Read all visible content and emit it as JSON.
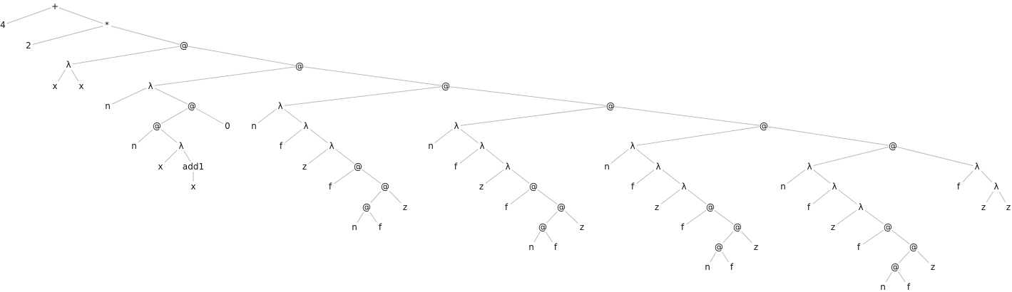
{
  "tree": {
    "label": "+",
    "children": [
      {
        "label": "4"
      },
      {
        "label": "*",
        "children": [
          {
            "label": "2"
          },
          {
            "label": "@",
            "children": [
              {
                "label": "λ",
                "children": [
                  {
                    "label": "x"
                  },
                  {
                    "label": "x"
                  }
                ]
              },
              {
                "label": "@",
                "children": [
                  {
                    "label": "λ",
                    "children": [
                      {
                        "label": "n"
                      },
                      {
                        "label": "@",
                        "children": [
                          {
                            "label": "@",
                            "children": [
                              {
                                "label": "n"
                              },
                              {
                                "label": "λ",
                                "children": [
                                  {
                                    "label": "x"
                                  },
                                  {
                                    "label": "add1",
                                    "children": [
                                      {
                                        "label": "x"
                                      }
                                    ]
                                  }
                                ]
                              }
                            ]
                          },
                          {
                            "label": "0"
                          }
                        ]
                      }
                    ]
                  },
                  {
                    "label": "@",
                    "children": [
                      {
                        "label": "λ",
                        "children": [
                          {
                            "label": "n"
                          },
                          {
                            "label": "λ",
                            "children": [
                              {
                                "label": "f"
                              },
                              {
                                "label": "λ",
                                "children": [
                                  {
                                    "label": "z"
                                  },
                                  {
                                    "label": "@",
                                    "children": [
                                      {
                                        "label": "f"
                                      },
                                      {
                                        "label": "@",
                                        "children": [
                                          {
                                            "label": "@",
                                            "children": [
                                              {
                                                "label": "n"
                                              },
                                              {
                                                "label": "f"
                                              }
                                            ]
                                          },
                                          {
                                            "label": "z"
                                          }
                                        ]
                                      }
                                    ]
                                  }
                                ]
                              }
                            ]
                          }
                        ]
                      },
                      {
                        "label": "@",
                        "children": [
                          {
                            "label": "λ",
                            "children": [
                              {
                                "label": "n"
                              },
                              {
                                "label": "λ",
                                "children": [
                                  {
                                    "label": "f"
                                  },
                                  {
                                    "label": "λ",
                                    "children": [
                                      {
                                        "label": "z"
                                      },
                                      {
                                        "label": "@",
                                        "children": [
                                          {
                                            "label": "f"
                                          },
                                          {
                                            "label": "@",
                                            "children": [
                                              {
                                                "label": "@",
                                                "children": [
                                                  {
                                                    "label": "n"
                                                  },
                                                  {
                                                    "label": "f"
                                                  }
                                                ]
                                              },
                                              {
                                                "label": "z"
                                              }
                                            ]
                                          }
                                        ]
                                      }
                                    ]
                                  }
                                ]
                              }
                            ]
                          },
                          {
                            "label": "@",
                            "children": [
                              {
                                "label": "λ",
                                "children": [
                                  {
                                    "label": "n"
                                  },
                                  {
                                    "label": "λ",
                                    "children": [
                                      {
                                        "label": "f"
                                      },
                                      {
                                        "label": "λ",
                                        "children": [
                                          {
                                            "label": "z"
                                          },
                                          {
                                            "label": "@",
                                            "children": [
                                              {
                                                "label": "f"
                                              },
                                              {
                                                "label": "@",
                                                "children": [
                                                  {
                                                    "label": "@",
                                                    "children": [
                                                      {
                                                        "label": "n"
                                                      },
                                                      {
                                                        "label": "f"
                                                      }
                                                    ]
                                                  },
                                                  {
                                                    "label": "z"
                                                  }
                                                ]
                                              }
                                            ]
                                          }
                                        ]
                                      }
                                    ]
                                  }
                                ]
                              },
                              {
                                "label": "@",
                                "children": [
                                  {
                                    "label": "λ",
                                    "children": [
                                      {
                                        "label": "n"
                                      },
                                      {
                                        "label": "λ",
                                        "children": [
                                          {
                                            "label": "f"
                                          },
                                          {
                                            "label": "λ",
                                            "children": [
                                              {
                                                "label": "z"
                                              },
                                              {
                                                "label": "@",
                                                "children": [
                                                  {
                                                    "label": "f"
                                                  },
                                                  {
                                                    "label": "@",
                                                    "children": [
                                                      {
                                                        "label": "@",
                                                        "children": [
                                                          {
                                                            "label": "n"
                                                          },
                                                          {
                                                            "label": "f"
                                                          }
                                                        ]
                                                      },
                                                      {
                                                        "label": "z"
                                                      }
                                                    ]
                                                  }
                                                ]
                                              }
                                            ]
                                          }
                                        ]
                                      }
                                    ]
                                  },
                                  {
                                    "label": "λ",
                                    "children": [
                                      {
                                        "label": "f"
                                      },
                                      {
                                        "label": "λ",
                                        "children": [
                                          {
                                            "label": "z"
                                          },
                                          {
                                            "label": "z"
                                          }
                                        ]
                                      }
                                    ]
                                  }
                                ]
                              }
                            ]
                          }
                        ]
                      }
                    ]
                  }
                ]
              }
            ]
          }
        ]
      }
    ]
  },
  "colors": {
    "edge": "#b8b8b8",
    "text": "#111111",
    "background": "#ffffff"
  }
}
